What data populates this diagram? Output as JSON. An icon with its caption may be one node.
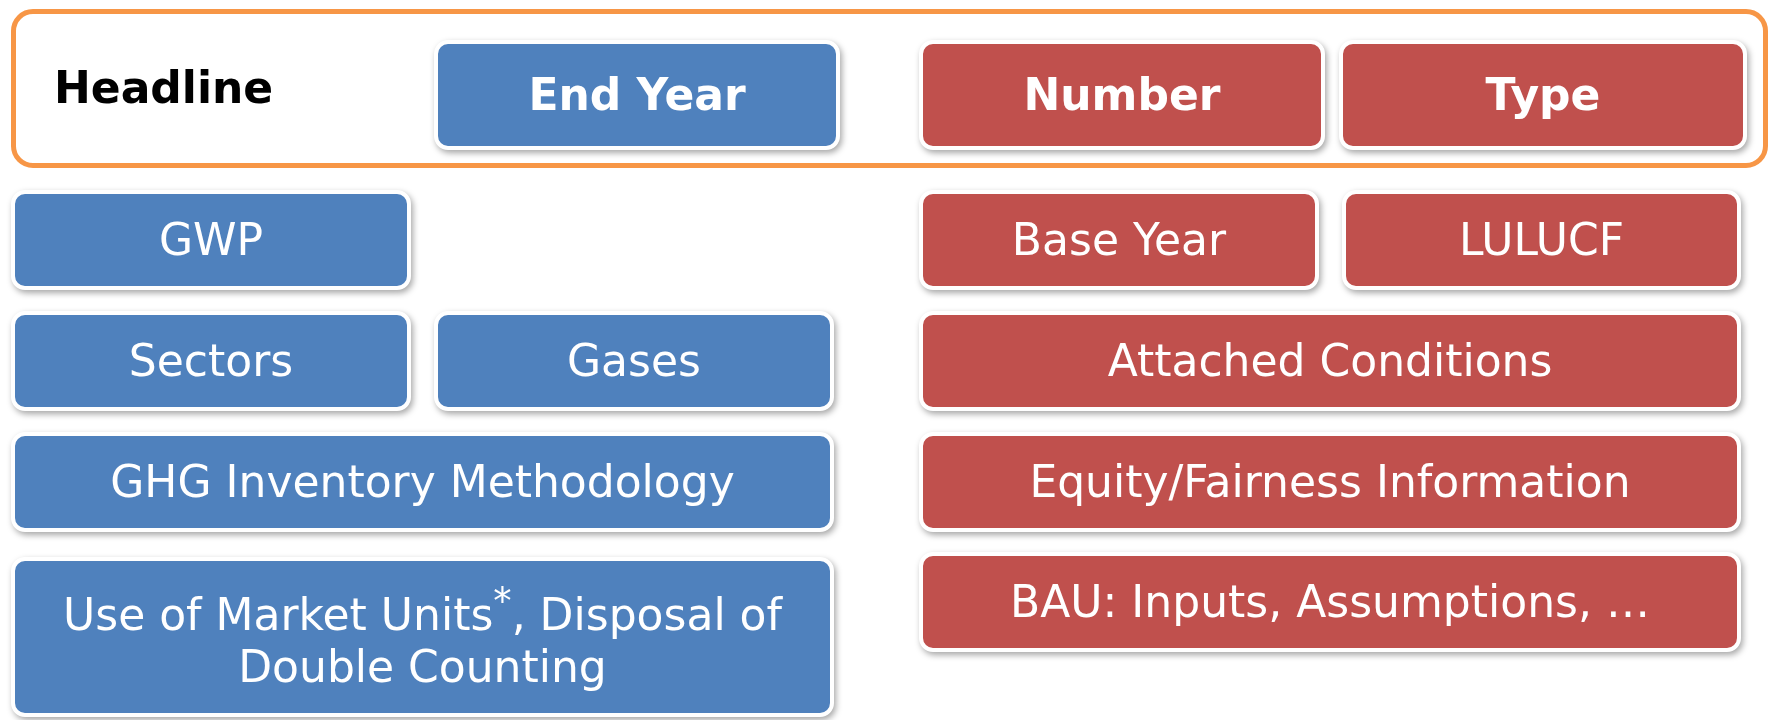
{
  "diagram": {
    "nodes": [
      {
        "text": [
          "Headline"
        ]
      },
      {
        "text": [
          "End Year"
        ],
        "in": 0
      },
      {
        "text": [
          "Number"
        ],
        "in": 0
      },
      {
        "text": [
          "Type"
        ],
        "in": 0
      },
      {
        "text": [
          "GWP"
        ]
      },
      {
        "text": [
          "Base Year"
        ]
      },
      {
        "text": [
          "LULUCF"
        ]
      },
      {
        "text": [
          "Sectors"
        ]
      },
      {
        "text": [
          "Gases"
        ]
      },
      {
        "text": [
          "Attached Conditions"
        ]
      },
      {
        "text": [
          "GHG Inventory Methodology"
        ]
      },
      {
        "text": [
          "Equity/Fairness Information"
        ]
      },
      {
        "text": [
          "Use of Market Units$^{*}$, Disposal of Double Counting"
        ]
      },
      {
        "text": [
          "BAU: Inputs, Assumptions, …"
        ]
      }
    ]
  }
}
